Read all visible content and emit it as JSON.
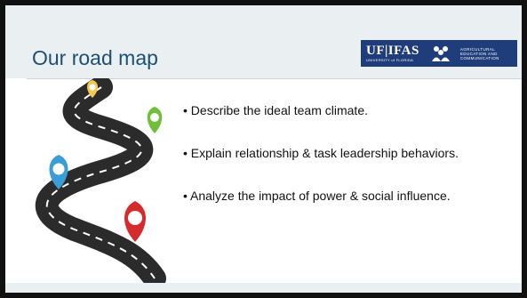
{
  "slide": {
    "title": "Our road map",
    "logo": {
      "wordmark": "UF|IFAS",
      "university": "UNIVERSITY of FLORIDA",
      "department": [
        "AGRICULTURAL",
        "EDUCATION AND",
        "COMMUNICATION"
      ],
      "color": "#1f3d7a"
    },
    "bullets": [
      "• Describe the ideal team climate.",
      "• Explain relationship & task leadership behaviors.",
      "• Analyze the impact of power & social influence."
    ],
    "title_color": "#1d4e73",
    "band_color": "#eaf0f2",
    "pin_colors": {
      "yellow": "#f2c94c",
      "green": "#6fbf3a",
      "blue": "#3b9dd8",
      "red": "#d62b2b"
    }
  }
}
